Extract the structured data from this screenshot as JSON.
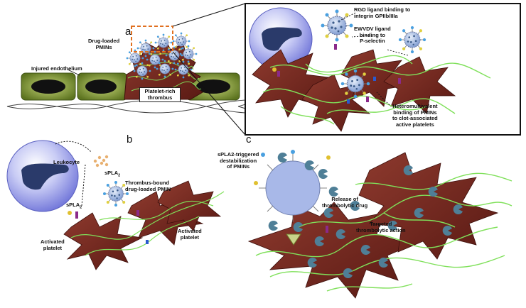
{
  "panels": {
    "a": "a",
    "b": "b",
    "c": "c"
  },
  "labels": {
    "drug_loaded_pmins": "Drug-loaded\nPMINs",
    "injured_endothelium": "Injured endothelium",
    "platelet_rich_thrombus": "Platelet-rich\nthrombus",
    "rgd_ligand": "RGD ligand binding to\nintegrin GPIIb/IIIa",
    "ewvdv_ligand": "EWVDV ligand\nbinding to\nP-selectin",
    "heteromultivalent": "Heteromultivalent\nbinding of PMINs\nto clot-associated\nactive platelets",
    "leukocyte": "Leukocyte",
    "spla2_top": "sPLA",
    "spla2_left": "sPLA",
    "subscript_2": "2",
    "thrombus_bound": "Thrombus-bound\ndrug-loaded PMIN",
    "activated_platelet_left": "Activated\nplatelet",
    "activated_platelet_right": "Activated\nplatelet",
    "spla2_triggered": "sPLA2-triggered\ndestabilization\nof PMINs",
    "release": "Release of\nthrombolytic drug",
    "targeted": "Targeted\nthrombolytic action"
  },
  "colors": {
    "platelet": "#7a2a22",
    "platelet_dark": "#4a1410",
    "fibrin": "#7fe05a",
    "endothelium": "#6f8a2a",
    "nucleus": "#2a3a6a",
    "cell_body": "#8a8fe0",
    "pmin": "#9ab0dd",
    "drug": "#4a7f9a",
    "frame": "#111111",
    "dash_orange": "#e07020"
  }
}
